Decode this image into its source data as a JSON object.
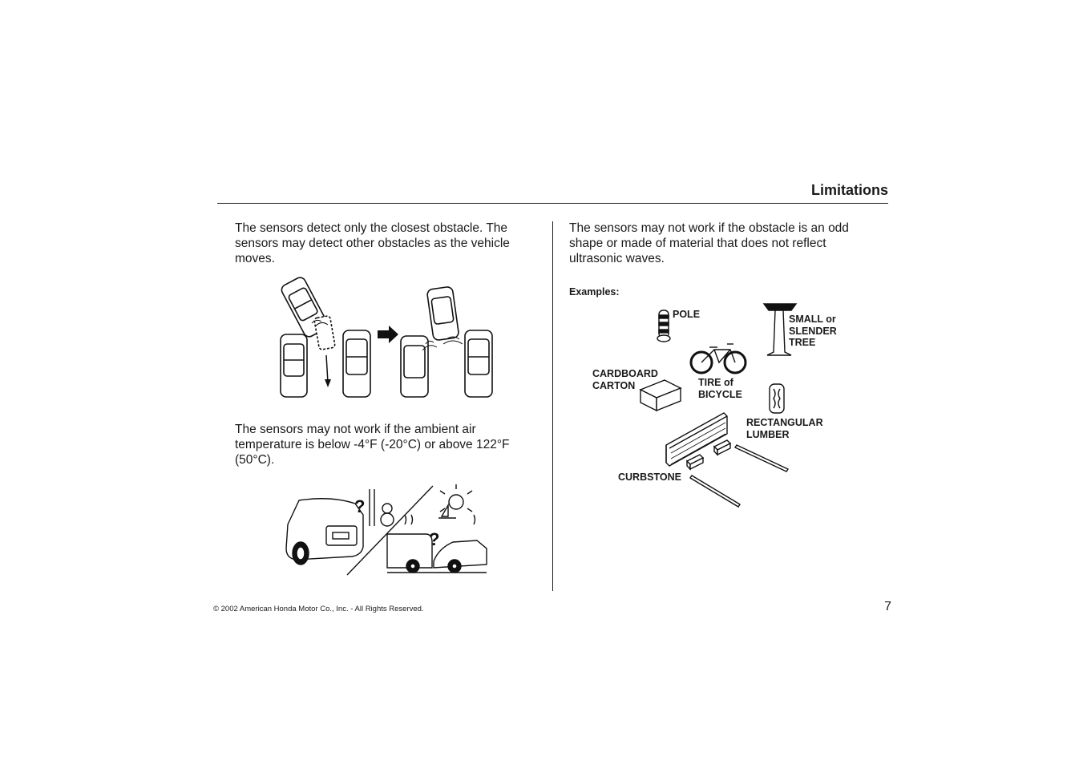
{
  "header": {
    "title": "Limitations"
  },
  "left_column": {
    "para1": "The sensors detect only the closest obstacle. The sensors may detect other obstacles as the vehicle moves.",
    "para2": "The sensors may not work if the ambient air temperature is below -4°F (-20°C) or above 122°F (50°C).",
    "question_mark": "?"
  },
  "right_column": {
    "para": "The sensors may not work if the obstacle is an odd shape or made of material that does not reflect ultrasonic waves.",
    "examples_label": "Examples:",
    "labels": {
      "pole": "POLE",
      "tree": "SMALL or\nSLENDER\nTREE",
      "carton": "CARDBOARD\nCARTON",
      "bicycle": "TIRE of\nBICYCLE",
      "lumber": "RECTANGULAR\nLUMBER",
      "curbstone": "CURBSTONE"
    }
  },
  "footer": {
    "copyright": "© 2002 American Honda Motor Co., Inc. - All Rights Reserved.",
    "page_number": "7"
  }
}
